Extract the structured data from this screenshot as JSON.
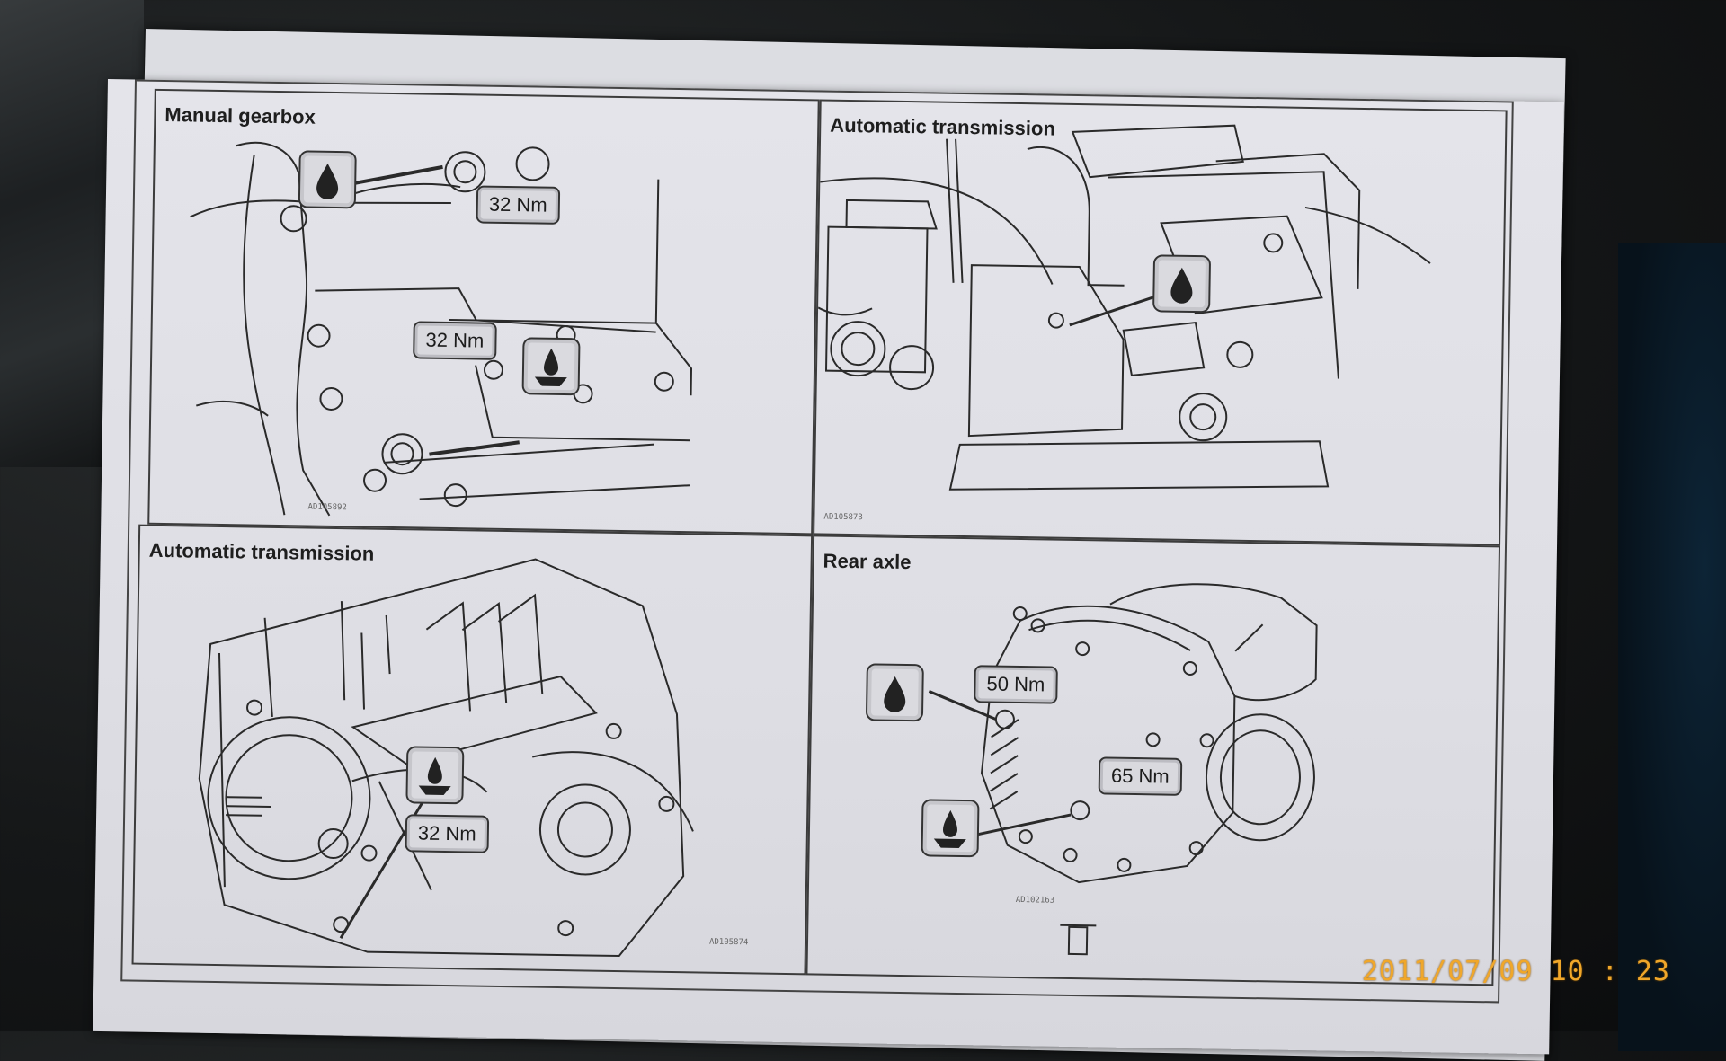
{
  "panels": [
    {
      "title": "Manual gearbox",
      "code": "AD105892",
      "torques": [
        "32 Nm",
        "32 Nm"
      ]
    },
    {
      "title": "Automatic transmission",
      "code": "AD105873"
    },
    {
      "title": "Automatic transmission",
      "code": "AD105874",
      "torques": [
        "32 Nm"
      ]
    },
    {
      "title": "Rear axle",
      "code": "AD102163",
      "torques": [
        "50 Nm",
        "65 Nm"
      ]
    }
  ],
  "icons": {
    "fill": "oil-drop-icon",
    "drain": "oil-drain-icon"
  },
  "timestamp": "2011/07/09  10 : 23",
  "colors": {
    "stamp": "#f0a72a",
    "paper": "#e0e0e6",
    "ink": "#2a2a2a"
  }
}
